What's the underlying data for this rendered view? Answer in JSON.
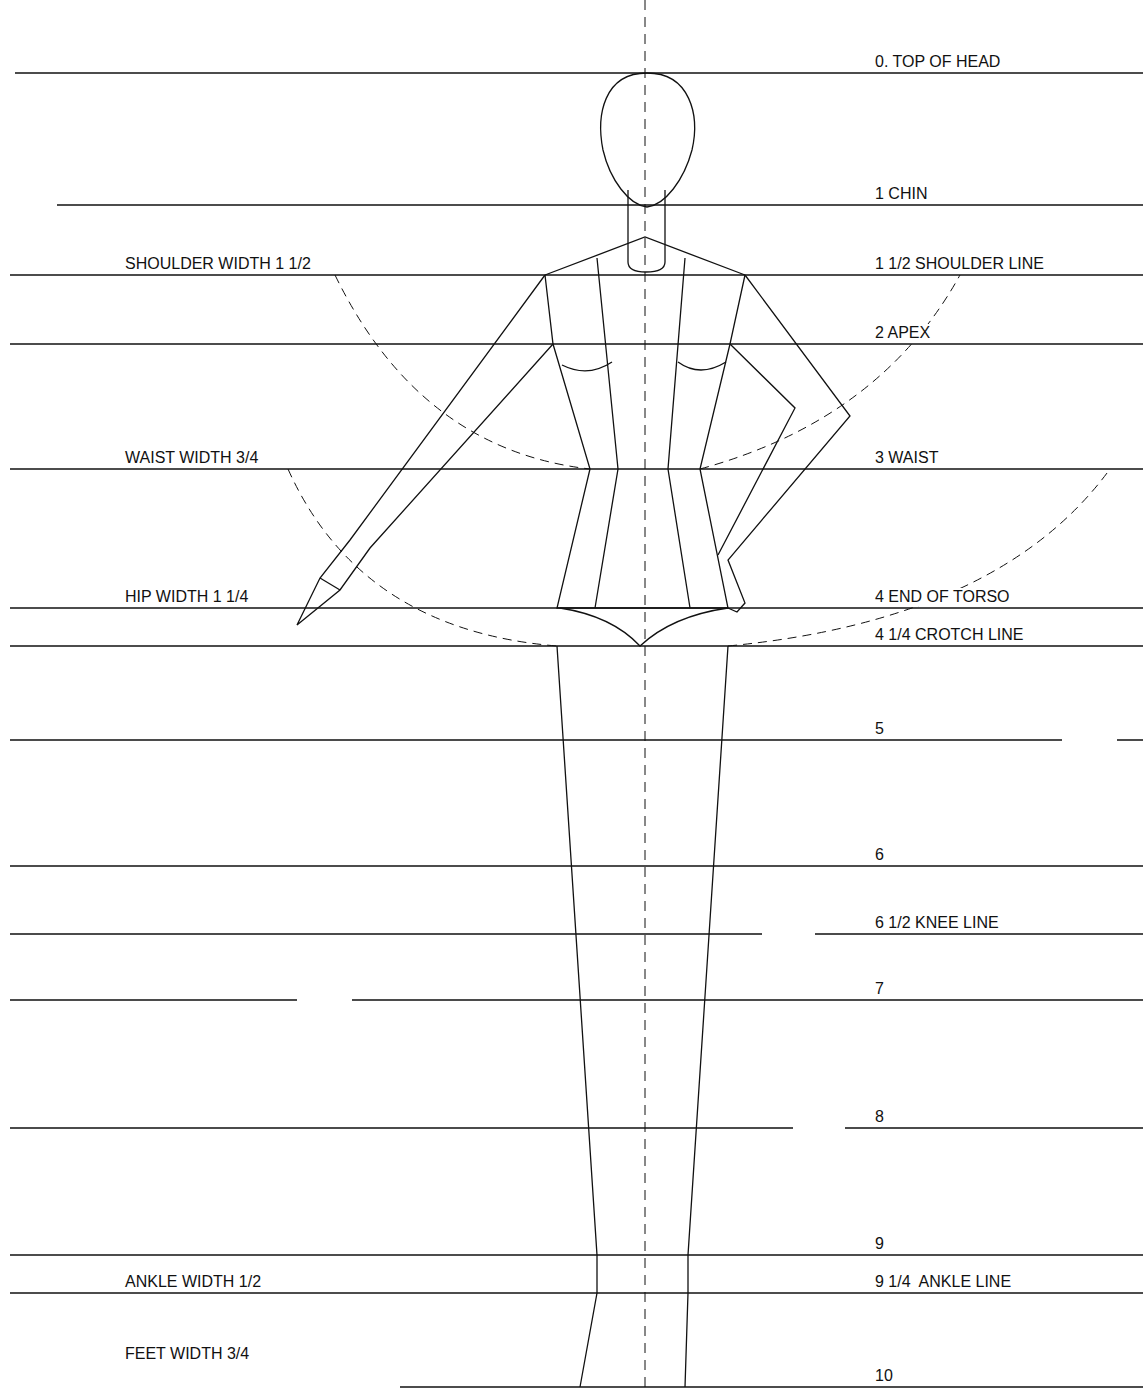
{
  "diagram": {
    "labels": [
      "0. TOP OF HEAD",
      "1 CHIN",
      "SHOULDER WIDTH 1 1/2",
      "1 1/2 SHOULDER LINE",
      "2 APEX",
      "WAIST WIDTH 3/4",
      "3 WAIST",
      "HIP WIDTH 1 1/4",
      "4 END OF TORSO",
      "4 1/4 CROTCH LINE",
      "5",
      "6",
      "6 1/2 KNEE LINE",
      "7",
      "8",
      "9",
      "ANKLE WIDTH 1/2",
      "9 1/4  ANKLE LINE",
      "FEET WIDTH 3/4",
      "10"
    ]
  }
}
